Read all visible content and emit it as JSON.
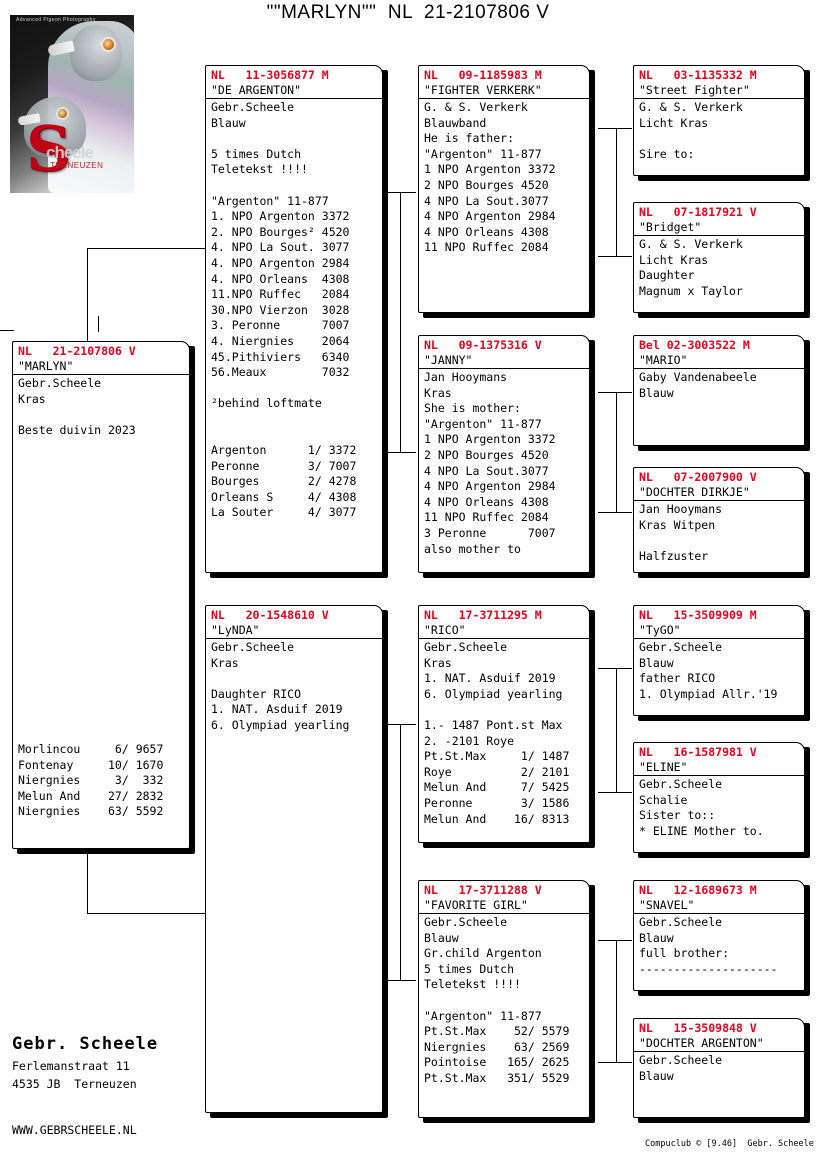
{
  "title": "\"\"MARLYN\"\"  NL  21-2107806 V",
  "logo": {
    "top_text": "Advanced Pigeon Photography",
    "s_letter": "S",
    "brand": "cheele",
    "brand_sub": "TERNEUZEN",
    "alt": "pigeon-photo-logo"
  },
  "subject": {
    "ring": "NL   21-2107806 V",
    "nick": "\"MARLYN\"",
    "body": "Gebr.Scheele\nKras\n\nBeste duivin 2023",
    "results": "Morlincou     6/ 9657\nFontenay     10/ 1670\nNiergnies     3/  332\nMelun And    27/ 2832\nNiergnies    63/ 5592"
  },
  "cards": {
    "sire": {
      "ring": "NL   11-3056877 M",
      "nick": "\"DE ARGENTON\"",
      "body": "Gebr.Scheele\nBlauw\n\n5 times Dutch\nTeletekst !!!!\n\n\"Argenton\" 11-877\n1. NPO Argenton 3372\n2. NPO Bourges² 4520\n4. NPO La Sout. 3077\n4. NPO Argenton 2984\n4. NPO Orleans  4308\n11.NPO Ruffec   2084\n30.NPO Vierzon  3028\n3. Peronne      7007\n4. Niergnies    2064\n45.Pithiviers   6340\n56.Meaux        7032\n\n²behind loftmate\n\n\nArgenton      1/ 3372\nPeronne       3/ 7007\nBourges       2/ 4278\nOrleans S     4/ 4308\nLa Souter     4/ 3077"
    },
    "sire_sire": {
      "ring": "NL   09-1185983 M",
      "nick": "\"FIGHTER VERKERK\"",
      "body": "G. & S. Verkerk\nBlauwband\nHe is father:\n\"Argenton\" 11-877\n1 NPO Argenton 3372\n2 NPO Bourges 4520\n4 NPO La Sout.3077\n4 NPO Argenton 2984\n4 NPO Orleans 4308\n11 NPO Ruffec 2084"
    },
    "sire_dam": {
      "ring": "NL   09-1375316 V",
      "nick": "\"JANNY\"",
      "body": "Jan Hooymans\nKras\nShe is mother:\n\"Argenton\" 11-877\n1 NPO Argenton 3372\n2 NPO Bourges 4520\n4 NPO La Sout.3077\n4 NPO Argenton 2984\n4 NPO Orleans 4308\n11 NPO Ruffec 2084\n3 Peronne      7007\nalso mother to"
    },
    "ss_sire": {
      "ring": "NL   03-1135332 M",
      "nick": "\"Street Fighter\"",
      "body": "G. & S. Verkerk\nLicht Kras\n\nSire to:"
    },
    "ss_dam": {
      "ring": "NL   07-1817921 V",
      "nick": "\"Bridget\"",
      "body": "G. & S. Verkerk\nLicht Kras\nDaughter\nMagnum x Taylor"
    },
    "sd_sire": {
      "ring": "Bel 02-3003522 M",
      "nick": "\"MARIO\"",
      "body": "Gaby Vandenabeele\nBlauw"
    },
    "sd_dam": {
      "ring": "NL   07-2007900 V",
      "nick": "\"DOCHTER DIRKJE\"",
      "body": "Jan Hooymans\nKras Witpen\n\nHalfzuster"
    },
    "dam": {
      "ring": "NL   20-1548610 V",
      "nick": "\"LyNDA\"",
      "body": "Gebr.Scheele\nKras\n\nDaughter RICO\n1. NAT. Asduif 2019\n6. Olympiad yearling"
    },
    "dam_sire": {
      "ring": "NL   17-3711295 M",
      "nick": "\"RICO\"",
      "body": "Gebr.Scheele\nKras\n1. NAT. Asduif 2019\n6. Olympiad yearling\n\n1.- 1487 Pont.st Max\n2. -2101 Roye\nPt.St.Max     1/ 1487\nRoye          2/ 2101\nMelun And     7/ 5425\nPeronne       3/ 1586\nMelun And    16/ 8313"
    },
    "dam_dam": {
      "ring": "NL   17-3711288 V",
      "nick": "\"FAVORITE GIRL\"",
      "body": "Gebr.Scheele\nBlauw\nGr.child Argenton\n5 times Dutch\nTeletekst !!!!\n\n\"Argenton\" 11-877\nPt.St.Max    52/ 5579\nNiergnies    63/ 2569\nPointoise   165/ 2625\nPt.St.Max   351/ 5529"
    },
    "ds_sire": {
      "ring": "NL   15-3509909 M",
      "nick": "\"TyGO\"",
      "body": "Gebr.Scheele\nBlauw\nfather RICO\n1. Olympiad Allr.'19"
    },
    "ds_dam": {
      "ring": "NL   16-1587981 V",
      "nick": "\"ELINE\"",
      "body": "Gebr.Scheele\nSchalie\nSister to::\n* ELINE Mother to."
    },
    "dd_sire": {
      "ring": "NL   12-1689673 M",
      "nick": "\"SNAVEL\"",
      "body": "Gebr.Scheele\nBlauw\nfull brother:\n--------------------"
    },
    "dd_dam": {
      "ring": "NL   15-3509848 V",
      "nick": "\"DOCHTER ARGENTON\"",
      "body": "Gebr.Scheele\nBlauw"
    }
  },
  "footer": {
    "breeder": "Gebr. Scheele",
    "street": "Ferlemanstraat 11",
    "city": "4535 JB  Terneuzen",
    "website": "WWW.GEBRSCHEELE.NL",
    "compuclub": "Compuclub © [9.46]  Gebr. Scheele"
  },
  "colors": {
    "ring": "#e8001c",
    "text": "#000000",
    "background": "#ffffff"
  }
}
